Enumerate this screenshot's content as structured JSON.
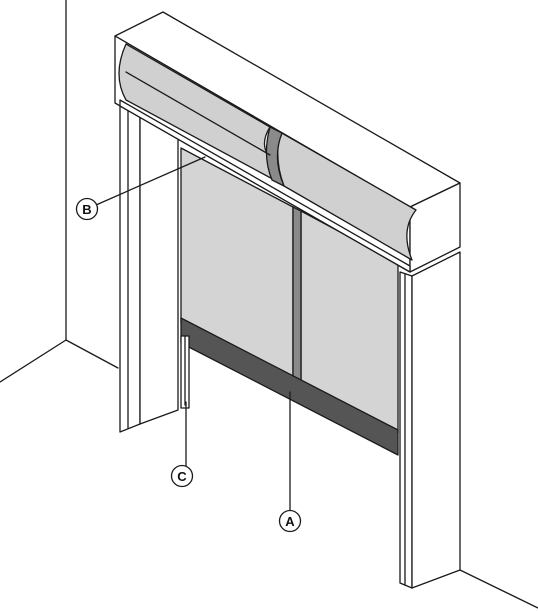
{
  "callouts": [
    {
      "id": "A",
      "label": "A"
    },
    {
      "id": "B",
      "label": "B"
    },
    {
      "id": "C",
      "label": "C"
    }
  ],
  "colors": {
    "curtain": "#d4d4d4",
    "roll": "#d0d0d0",
    "seam": "#8a8a8a",
    "bottom_bar": "#555555",
    "line": "#1a1a1a",
    "white": "#ffffff"
  }
}
